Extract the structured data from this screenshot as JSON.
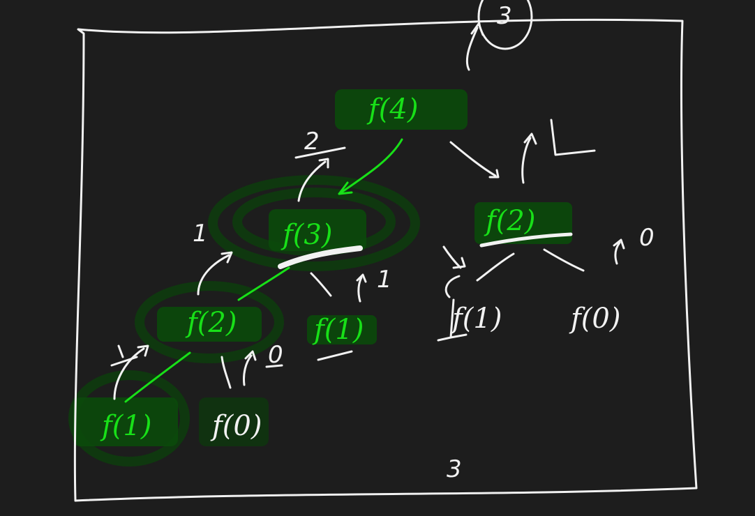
{
  "diagram": {
    "result_top": "3",
    "result_bottom": "3",
    "nodes": {
      "f4": "f(4)",
      "f3": "f(3)",
      "f2_right": "f(2)",
      "f2_left": "f(2)",
      "f1_mid": "f(1)",
      "f1_bottom": "f(1)",
      "f0_bottom": "f(0)",
      "f1_right": "f(1)",
      "f0_right": "f(0)"
    },
    "returns": {
      "f3_return": "2",
      "f2_right_return": "1",
      "f2_left_return": "1",
      "f1_mid_return": "1",
      "f1_bottom_return": "1",
      "f0_bottom_return": "0",
      "f0_right_return": "0"
    },
    "colors": {
      "background": "#1d1d1d",
      "ink": "#f2f2f2",
      "highlight": "#18e018"
    }
  }
}
